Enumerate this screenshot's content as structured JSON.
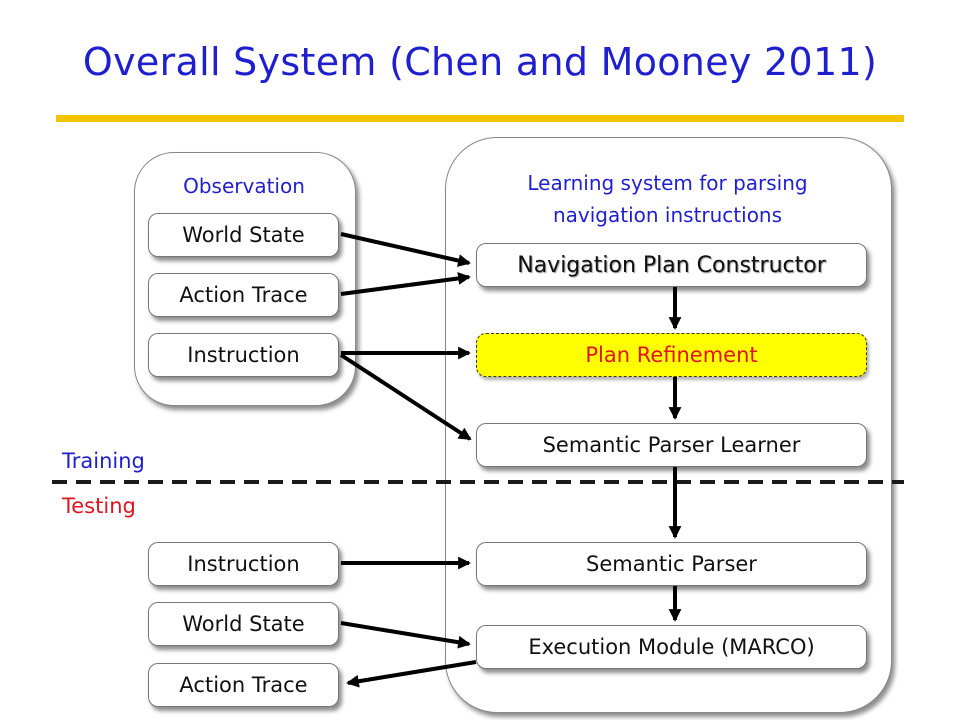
{
  "slide": {
    "title": "Overall System (Chen and Mooney 2011)"
  },
  "observation": {
    "heading": "Observation",
    "items": [
      "World State",
      "Action Trace",
      "Instruction"
    ]
  },
  "learning": {
    "heading_line1": "Learning system for parsing",
    "heading_line2": "navigation instructions",
    "modules": {
      "nav_plan": "Navigation Plan Constructor",
      "refinement": "Plan Refinement",
      "learner": "Semantic Parser Learner",
      "parser": "Semantic Parser",
      "execution": "Execution Module (MARCO)"
    }
  },
  "split": {
    "training": "Training",
    "testing": "Testing"
  },
  "testing_inputs": {
    "instruction": "Instruction",
    "world_state": "World State",
    "action_trace": "Action Trace"
  },
  "colors": {
    "title": "#1f1fcf",
    "rule": "#f5c400",
    "highlight_fill": "#ffff00",
    "highlight_text": "#e0141e",
    "training": "#1f1fcf",
    "testing": "#e0141e"
  }
}
